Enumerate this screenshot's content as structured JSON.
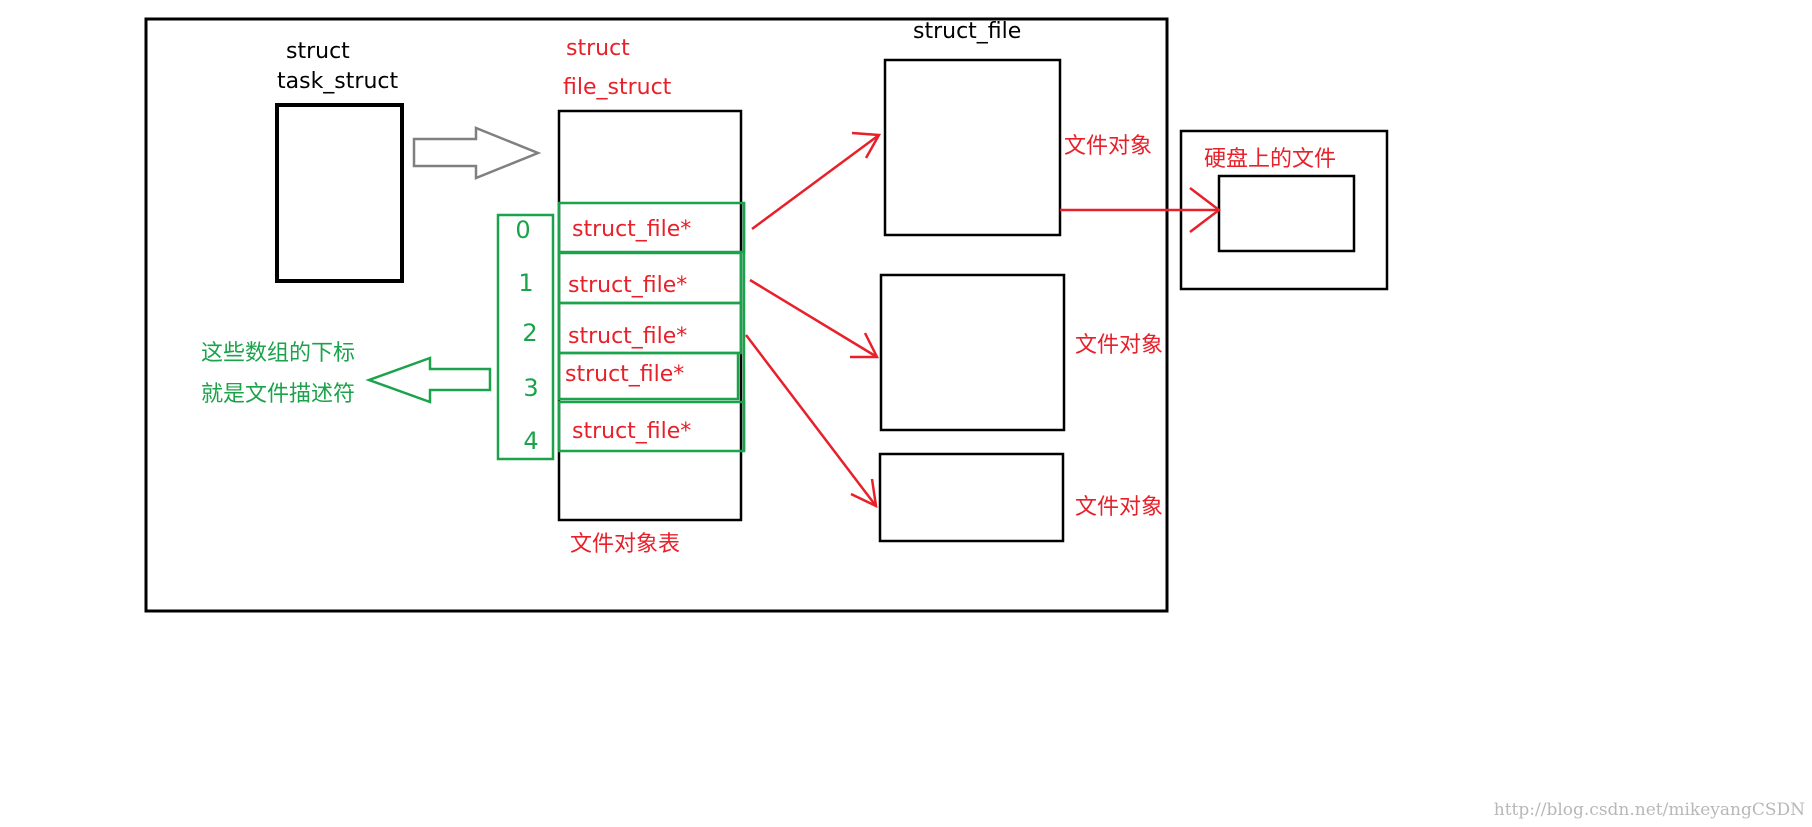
{
  "task_struct": {
    "line1": "struct",
    "line2": "task_struct"
  },
  "file_struct": {
    "line1": "struct",
    "line2": "file_struct",
    "caption": "文件对象表"
  },
  "fd_table": {
    "indices": [
      "0",
      "1",
      "2",
      "3",
      "4"
    ],
    "entries": [
      "struct_file*",
      "struct_file*",
      "struct_file*",
      "struct_file*",
      "struct_file*"
    ]
  },
  "fd_note": {
    "line1": "这些数组的下标",
    "line2": "就是文件描述符"
  },
  "file_objects": {
    "header": "struct_file",
    "labels": [
      "文件对象",
      "文件对象",
      "文件对象"
    ]
  },
  "disk": {
    "label": "硬盘上的文件"
  },
  "watermark": "http://blog.csdn.net/mikeyangCSDN",
  "colors": {
    "black": "#000000",
    "red": "#e8202a",
    "green": "#1aa34a",
    "gray": "#808080"
  }
}
